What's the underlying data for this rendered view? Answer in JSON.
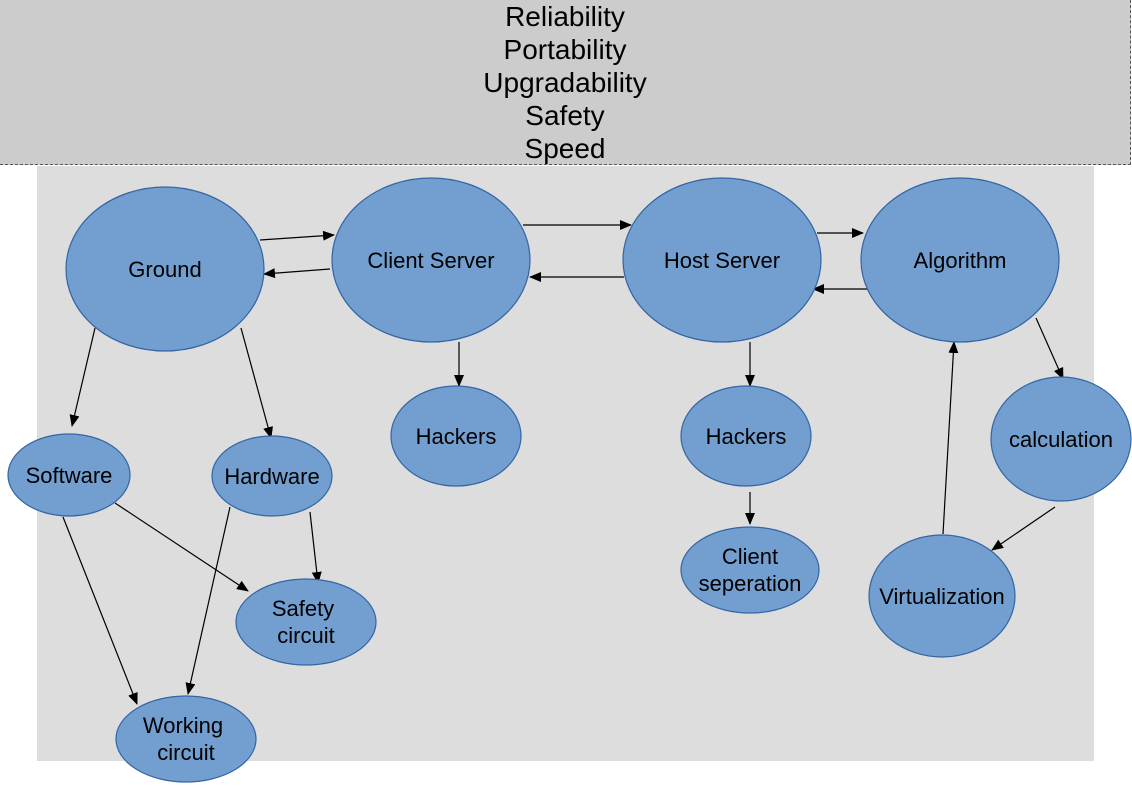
{
  "header": {
    "lines": [
      "Reliability",
      "Portability",
      "Upgradability",
      "Safety",
      "Speed"
    ]
  },
  "colors": {
    "node_fill": "#729fcf",
    "node_stroke": "#3465a4",
    "panel": "#dddddd",
    "header": "#cccccc"
  },
  "nodes": {
    "ground": [
      "Ground"
    ],
    "client_server": [
      "Client Server"
    ],
    "host_server": [
      "Host Server"
    ],
    "algorithm": [
      "Algorithm"
    ],
    "hackers_1": [
      "Hackers"
    ],
    "hackers_2": [
      "Hackers"
    ],
    "software": [
      "Software"
    ],
    "hardware": [
      "Hardware"
    ],
    "safety_circuit": [
      "Safety",
      "circuit"
    ],
    "working_circuit": [
      "Working",
      "circuit"
    ],
    "client_separation": [
      "Client",
      "seperation"
    ],
    "calculation": [
      "calculation"
    ],
    "virtualization": [
      "Virtualization"
    ]
  }
}
